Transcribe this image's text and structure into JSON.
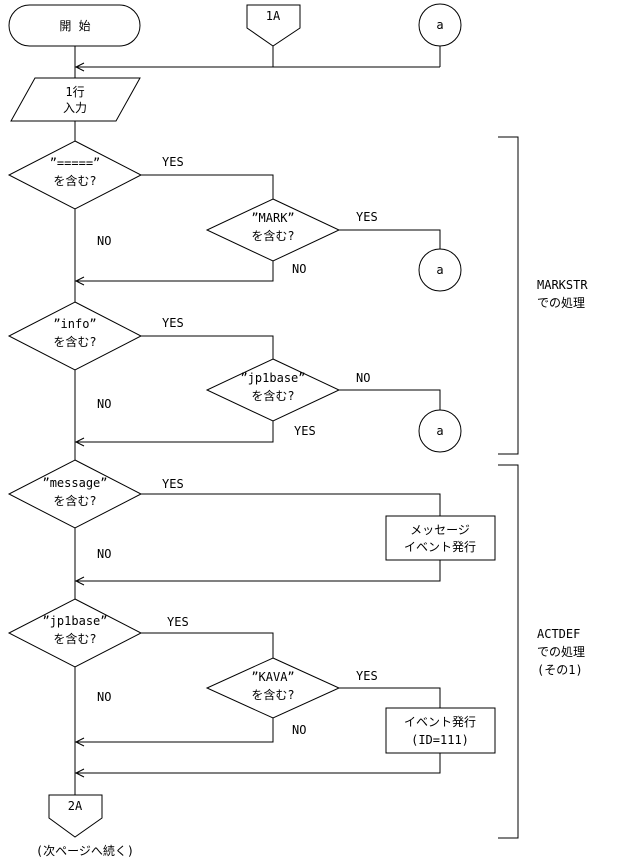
{
  "terminal_start": "開 始",
  "connector_1a": "1A",
  "connector_a": "a",
  "input_line": [
    "1行",
    "入力"
  ],
  "decision_equals": [
    "”=====”",
    "を含む?"
  ],
  "decision_mark": [
    "”MARK”",
    "を含む?"
  ],
  "decision_info": [
    "”info”",
    "を含む?"
  ],
  "decision_jp1base_1": [
    "”jp1base”",
    "を含む?"
  ],
  "decision_message": [
    "”message”",
    "を含む?"
  ],
  "decision_jp1base_2": [
    "”jp1base”",
    "を含む?"
  ],
  "decision_kava": [
    "”KAVA”",
    "を含む?"
  ],
  "process_message_event": [
    "メッセージ",
    "イベント発行"
  ],
  "process_event_id": [
    "イベント発行",
    "(ID=111)"
  ],
  "labels": {
    "yes": "YES",
    "no": "NO"
  },
  "connector_2a": "2A",
  "continue_note": "(次ページへ続く)",
  "bracket_markstr": [
    "MARKSTR",
    "での処理"
  ],
  "bracket_actdef": [
    "ACTDEF",
    "での処理",
    "(その1)"
  ]
}
